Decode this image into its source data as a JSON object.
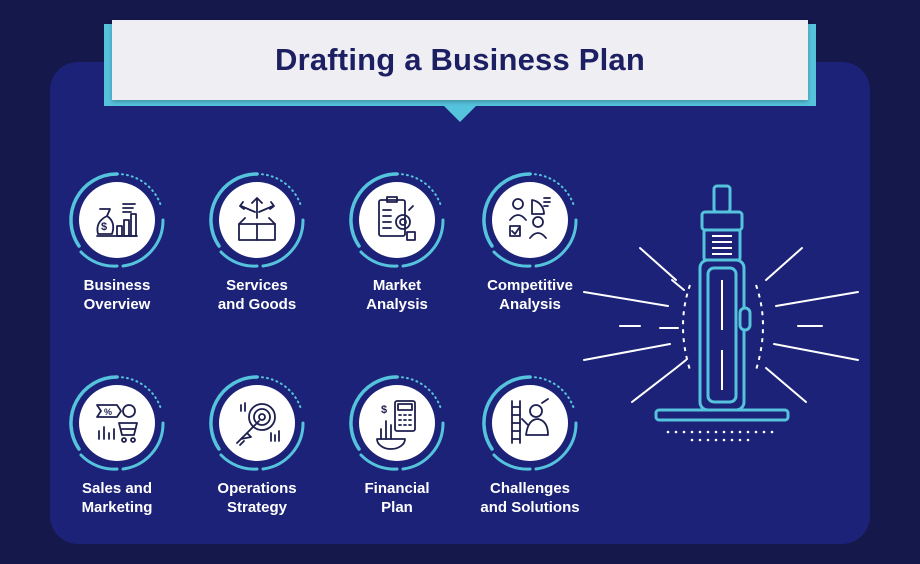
{
  "title": "Drafting a Business Plan",
  "items": [
    {
      "line1": "Business",
      "line2": "Overview",
      "icon": "money-bag-chart-icon"
    },
    {
      "line1": "Services",
      "line2": "and Goods",
      "icon": "box-arrows-icon"
    },
    {
      "line1": "Market",
      "line2": "Analysis",
      "icon": "clipboard-target-icon"
    },
    {
      "line1": "Competitive",
      "line2": "Analysis",
      "icon": "people-pie-chart-icon"
    },
    {
      "line1": "Sales and",
      "line2": "Marketing",
      "icon": "cart-discount-icon"
    },
    {
      "line1": "Operations",
      "line2": "Strategy",
      "icon": "rocket-target-icon"
    },
    {
      "line1": "Financial",
      "line2": "Plan",
      "icon": "calculator-dollar-icon"
    },
    {
      "line1": "Challenges",
      "line2": "and Solutions",
      "icon": "ladder-person-icon"
    }
  ],
  "colors": {
    "background": "#14184a",
    "panel": "#1c2278",
    "accent": "#56c3dc",
    "title_bg": "#eeeef3",
    "title_text": "#1d1f63",
    "icon_circle": "#ffffff",
    "icon_stroke": "#1d1f4f"
  },
  "illustration": "vape-pen-with-rays-icon"
}
